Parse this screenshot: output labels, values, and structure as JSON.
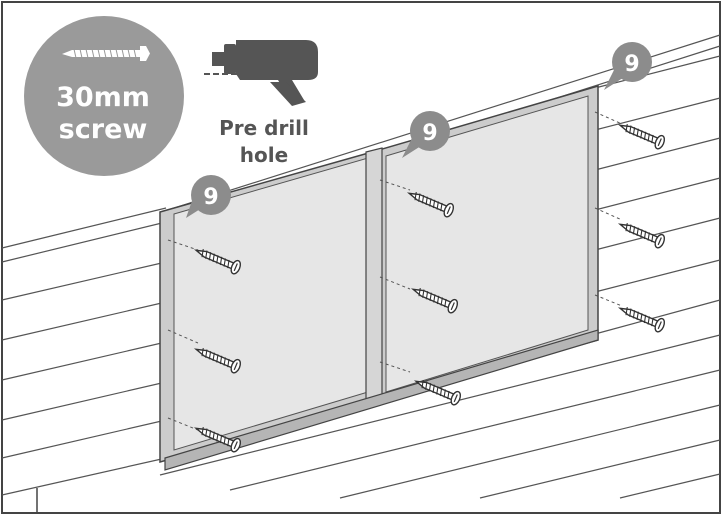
{
  "screw_badge": {
    "line1": "30mm",
    "line2": "screw",
    "icon": "screw-icon",
    "color": "#9a9a9a"
  },
  "predrill": {
    "line1": "Pre drill",
    "line2": "hole",
    "icon": "drill-icon",
    "color": "#555555"
  },
  "callouts": [
    {
      "label": "9"
    },
    {
      "label": "9"
    },
    {
      "label": "9"
    }
  ],
  "colors": {
    "frame_border": "#444444",
    "panel_fill": "#e6e6e6",
    "trim_fill": "#cccccc",
    "line": "#555555",
    "callout_fill": "#8c8c8c"
  }
}
